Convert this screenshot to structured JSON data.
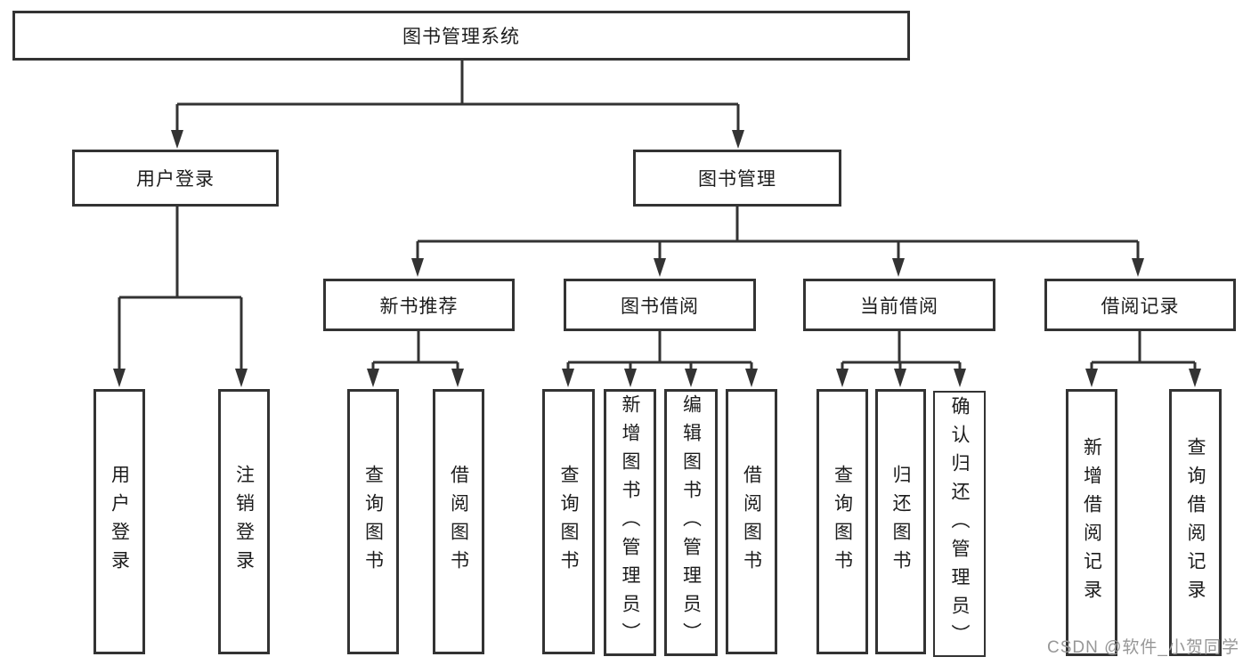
{
  "diagram": {
    "type": "hierarchy-tree",
    "colors": {
      "line": "#333333",
      "box_border": "#333333",
      "text": "#1c1c1c",
      "background": "#ffffff",
      "watermark": "#979797"
    },
    "tree": {
      "label": "图书管理系统",
      "children": [
        {
          "label": "用户登录",
          "children": [
            {
              "label": "用户登录"
            },
            {
              "label": "注销登录"
            }
          ]
        },
        {
          "label": "图书管理",
          "children": [
            {
              "label": "新书推荐",
              "children": [
                {
                  "label": "查询图书"
                },
                {
                  "label": "借阅图书"
                }
              ]
            },
            {
              "label": "图书借阅",
              "children": [
                {
                  "label": "查询图书"
                },
                {
                  "label": "新增图书（管理员）"
                },
                {
                  "label": "编辑图书（管理员）"
                },
                {
                  "label": "借阅图书"
                }
              ]
            },
            {
              "label": "当前借阅",
              "children": [
                {
                  "label": "查询图书"
                },
                {
                  "label": "归还图书"
                },
                {
                  "label": "确认归还（管理员）"
                }
              ]
            },
            {
              "label": "借阅记录",
              "children": [
                {
                  "label": "新增借阅记录"
                },
                {
                  "label": "查询借阅记录"
                }
              ]
            }
          ]
        }
      ]
    },
    "watermark": {
      "text": "CSDN @软件_小贺同学"
    }
  }
}
